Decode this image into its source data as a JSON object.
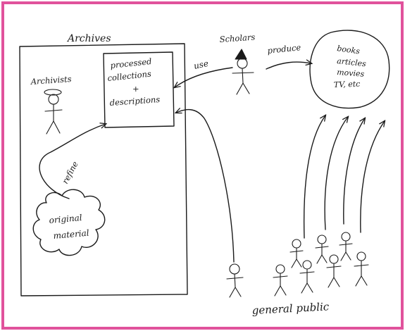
{
  "frame_color": "#e0529c",
  "ink_color": "#1a1a1a",
  "labels": {
    "archives": "Archives",
    "archivists": "Archivists",
    "processed_line1": "processed",
    "processed_line2": "collections",
    "processed_line3": "+",
    "processed_line4": "descriptions",
    "scholars": "Scholars",
    "produce": "produce",
    "use": "use",
    "output_line1": "books",
    "output_line2": "articles",
    "output_line3": "movies",
    "output_line4": "TV, etc",
    "refine": "refine",
    "original_line1": "original",
    "original_line2": "material",
    "general_public": "general public"
  },
  "icons": [
    "archivist-figure-icon",
    "scholar-figure-icon",
    "public-figure-icon"
  ]
}
